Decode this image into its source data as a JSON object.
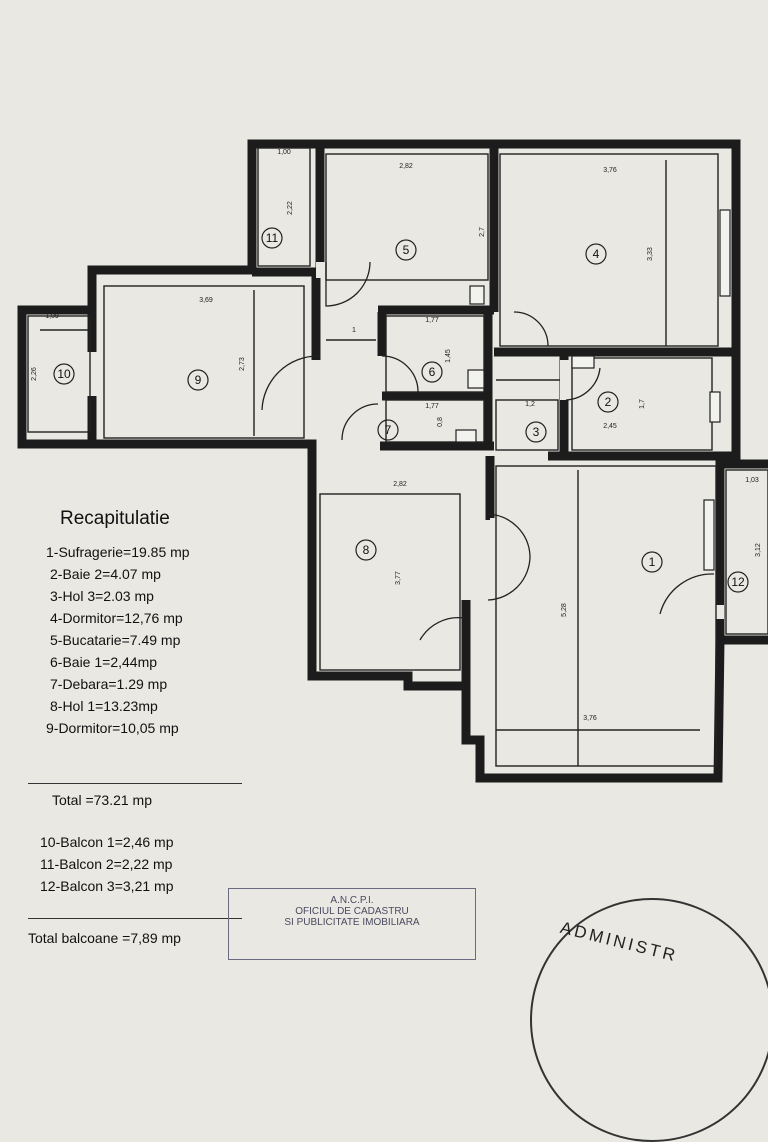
{
  "plan": {
    "rooms": [
      {
        "id": "1",
        "dims": [
          "5,28",
          "3,76"
        ]
      },
      {
        "id": "2",
        "dims": [
          "1,7",
          "2,45"
        ]
      },
      {
        "id": "3",
        "dims": [
          "1,2"
        ]
      },
      {
        "id": "4",
        "dims": [
          "3,76",
          "3,33"
        ]
      },
      {
        "id": "5",
        "dims": [
          "2,82",
          "2,7"
        ]
      },
      {
        "id": "6",
        "dims": [
          "1,77",
          "1,45"
        ]
      },
      {
        "id": "7",
        "dims": [
          "1,77",
          "0,8"
        ]
      },
      {
        "id": "8",
        "dims": [
          "2,82",
          "3,77"
        ]
      },
      {
        "id": "9",
        "dims": [
          "3,69",
          "2,73"
        ]
      },
      {
        "id": "10",
        "dims": [
          "1,09",
          "2,26"
        ]
      },
      {
        "id": "11",
        "dims": [
          "1,00",
          "2,22"
        ]
      },
      {
        "id": "12",
        "dims": [
          "1,03",
          "3,12"
        ]
      }
    ],
    "corridor_dim": "1"
  },
  "summary": {
    "title": "Recapitulatie",
    "items": [
      "1-Sufragerie=19.85 mp",
      "2-Baie 2=4.07 mp",
      "3-Hol 3=2.03 mp",
      "4-Dormitor=12,76 mp",
      "5-Bucatarie=7.49 mp",
      "6-Baie 1=2,44mp",
      "7-Debara=1.29 mp",
      "8-Hol 1=13.23mp",
      "9-Dormitor=10,05 mp"
    ],
    "total": "Total =73.21 mp",
    "balconies": [
      "10-Balcon 1=2,46 mp",
      "11-Balcon 2=2,22 mp",
      "12-Balcon 3=3,21 mp"
    ],
    "total_balconies": "Total balcoane =7,89 mp"
  },
  "stamp": {
    "line1": "A.N.C.P.I.",
    "line2": "OFICIUL DE CADASTRU",
    "line3": "SI PUBLICITATE IMOBILIARA"
  },
  "seal": {
    "text": "ADMINISTR"
  }
}
